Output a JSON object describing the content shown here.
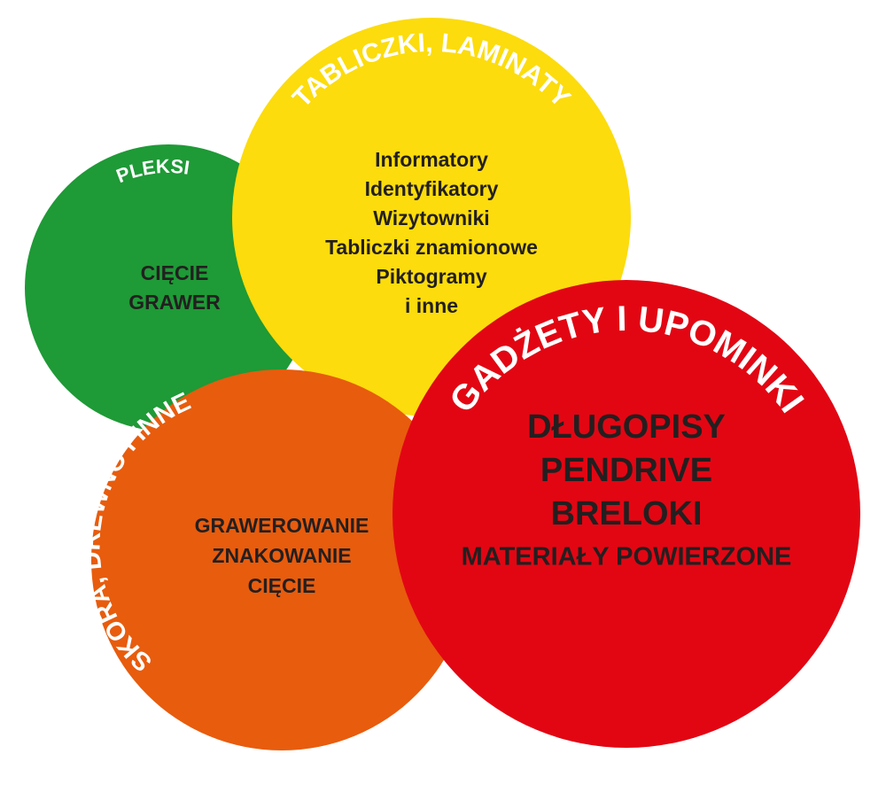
{
  "colors": {
    "green": "#1e9a36",
    "yellow": "#fcdc0c",
    "orange": "#e85c0d",
    "red": "#e20613",
    "text": "#231f20"
  },
  "circles": {
    "pleksi": {
      "title": "PLEKSI",
      "items": [
        "CIĘCIE",
        "GRAWER"
      ]
    },
    "tabliczki": {
      "title": "TABLICZKI, LAMINATY",
      "items": [
        "Informatory",
        "Identyfikatory",
        "Wizytowniki",
        "Tabliczki znamionowe",
        "Piktogramy",
        "i inne"
      ]
    },
    "skora": {
      "title": "SKÓRA, DREWNO I INNE",
      "items": [
        "GRAWEROWANIE",
        "ZNAKOWANIE",
        "CIĘCIE"
      ]
    },
    "gadzety": {
      "title": "GADŻETY I UPOMINKI",
      "items": [
        "DŁUGOPISY",
        "PENDRIVE",
        "BRELOKI",
        "MATERIAŁY POWIERZONE"
      ]
    }
  }
}
